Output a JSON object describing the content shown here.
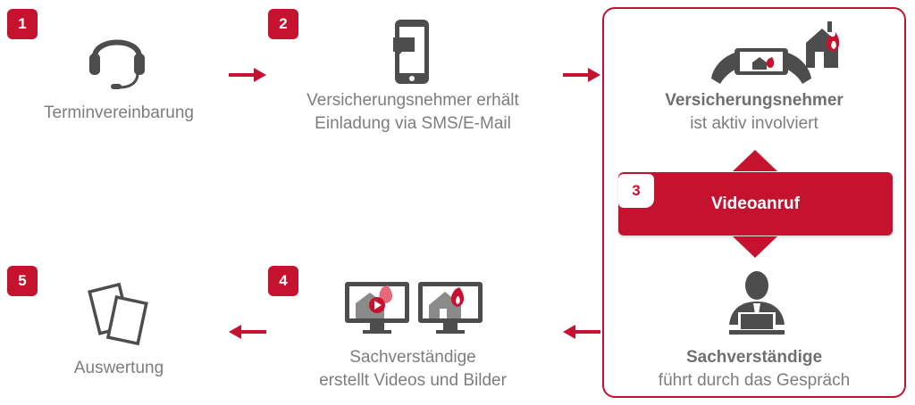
{
  "steps": [
    {
      "number": "1",
      "label": "Terminvereinbarung"
    },
    {
      "number": "2",
      "line1": "Versicherungsnehmer erhält",
      "line2": "Einladung via SMS/E-Mail"
    },
    {
      "number": "3",
      "title": "Videoanruf"
    },
    {
      "number": "4",
      "line1": "Sachverständige",
      "line2": "erstellt Videos und Bilder"
    },
    {
      "number": "5",
      "label": "Auswertung"
    }
  ],
  "panel": {
    "top_title": "Versicherungsnehmer",
    "top_sub": "ist aktiv involviert",
    "bottom_title": "Sachverständige",
    "bottom_sub": "führt durch das Gespräch"
  },
  "icons": [
    "headset-icon",
    "smartphone-message-icon",
    "hands-phone-house-fire-icon",
    "expert-laptop-icon",
    "monitors-video-fire-icon",
    "documents-icon"
  ],
  "colors": {
    "accent": "#c5122f",
    "icon_gray": "#4d4d4d",
    "text_gray": "#7d7d7d"
  }
}
